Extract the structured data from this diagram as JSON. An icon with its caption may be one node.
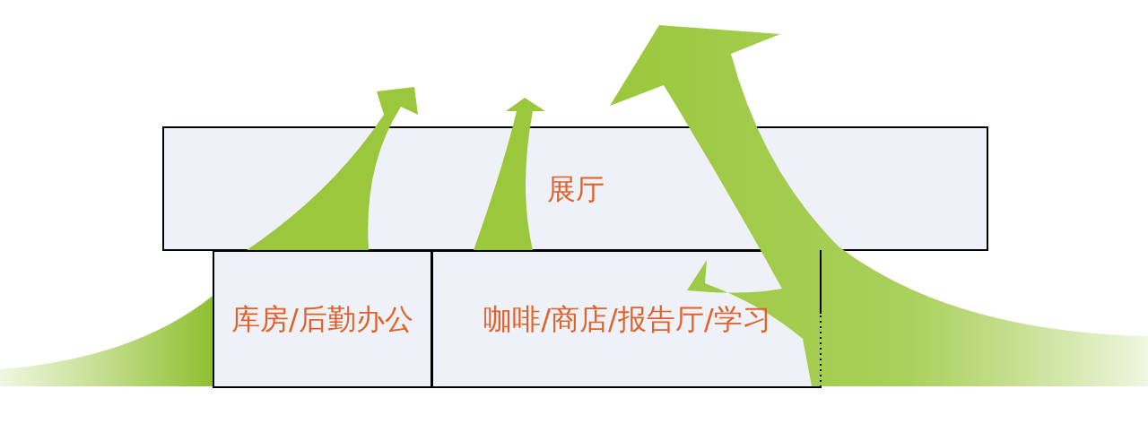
{
  "diagram": {
    "nodes": [
      {
        "text": [
          "展厅"
        ]
      },
      {
        "text": [
          "库房/后勤办公"
        ]
      },
      {
        "text": [
          "咖啡/商店/报告厅/学习"
        ]
      }
    ]
  }
}
